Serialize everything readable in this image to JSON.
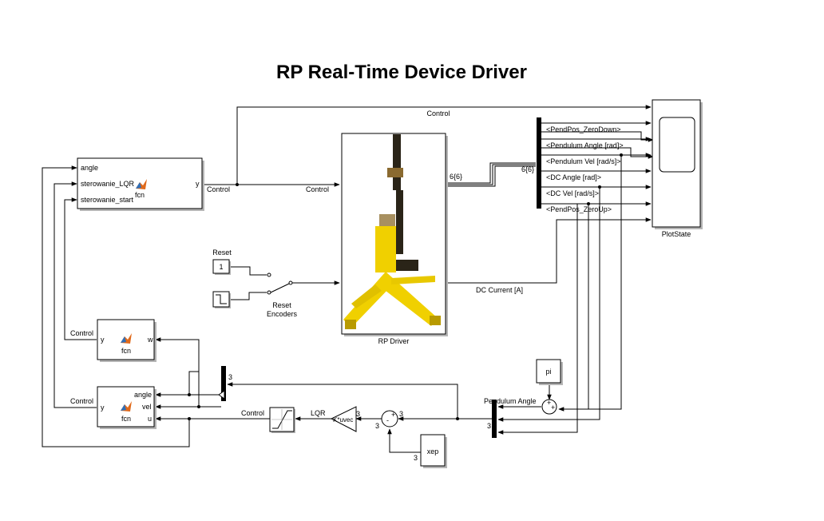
{
  "title": "RP Real-Time Device Driver",
  "blocks": {
    "fcn_main": {
      "inputs": [
        "angle",
        "sterowanie_LQR",
        "sterowanie_start"
      ],
      "output": "y",
      "name": "fcn"
    },
    "fcn_w": {
      "input": "y",
      "output": "w",
      "name": "fcn"
    },
    "fcn_lqr": {
      "input": "y",
      "outputs": [
        "angle",
        "vel",
        "u"
      ],
      "name": "fcn"
    },
    "rp_driver": {
      "name": "RP Driver"
    },
    "plotstate": {
      "name": "PlotState"
    },
    "reset_const": {
      "value": "1",
      "label": "Reset"
    },
    "reset_switch": {
      "name": "Reset\nEncoders"
    },
    "pi_const": {
      "value": "pi"
    },
    "xep": {
      "value": "xep"
    },
    "gain": {
      "value": "K*uvec"
    },
    "sum_lqr": {
      "signs": [
        "-",
        "+"
      ]
    },
    "sum_pi": {
      "signs": [
        "+",
        "+"
      ]
    }
  },
  "signals": {
    "control_top": "Control",
    "control_out": "Control",
    "control_rp": "Control",
    "bus_width": "6{6}",
    "bus_width2": "6{6}",
    "dc_current": "DC Current [A]",
    "control_w": "Control",
    "control_lqr": "Control",
    "control_sat": "Control",
    "lqr": "LQR",
    "pendulum_angle": "Pendulum Angle",
    "mux3": "3",
    "demux3": "3",
    "w3a": "3",
    "w3b": "3",
    "w3c": "3",
    "w3d": "3"
  },
  "bus_elements": [
    "<PendPos_ZeroDown>",
    "<Pendulum Angle [rad]>",
    "<Pendulum Vel [rad/s]>",
    "<DC Angle [rad]>",
    "<DC Vel [rad/s]>",
    "<PendPos_ZeroUp>"
  ],
  "colors": {
    "matlab_logo_orange": "#e06a1b",
    "matlab_logo_blue": "#2f6fb8",
    "device_yellow": "#f0d000"
  }
}
